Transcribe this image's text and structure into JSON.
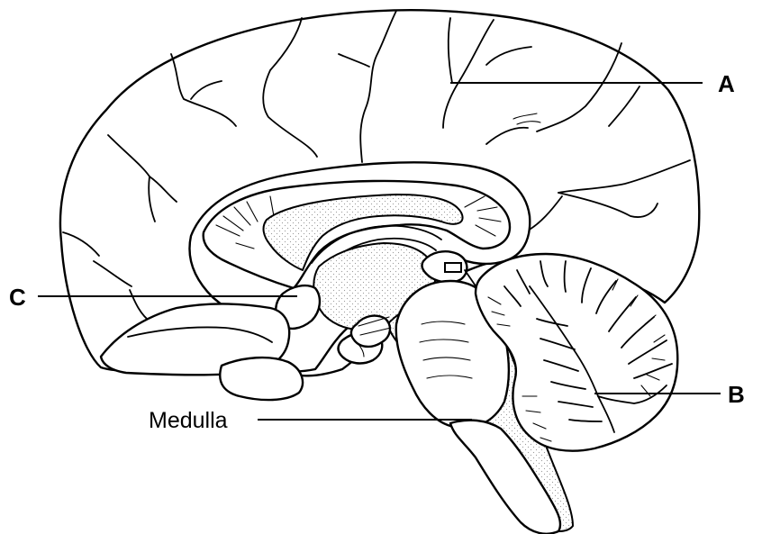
{
  "labels": {
    "a": "A",
    "b": "B",
    "c": "C",
    "medulla": "Medulla"
  }
}
